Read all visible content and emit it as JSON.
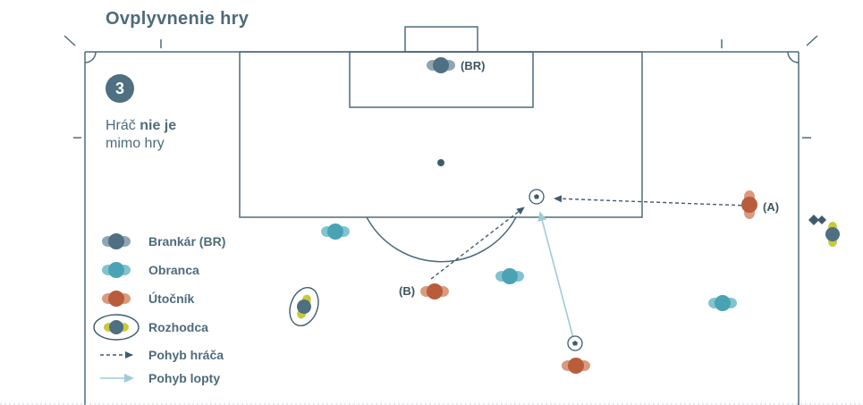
{
  "diagram": {
    "title": "Ovplyvnenie hry",
    "step_number": "3",
    "caption_prefix": "Hráč ",
    "caption_bold": "nie je",
    "caption_suffix": "mimo hry",
    "player_labels": {
      "goalkeeper": "(BR)",
      "attacker_a": "(A)",
      "attacker_b": "(B)"
    }
  },
  "legend": {
    "goalkeeper": "Brankár (BR)",
    "defender": "Obranca",
    "attacker": "Útočník",
    "referee": "Rozhodca",
    "player_movement": "Pohyb hráča",
    "ball_movement": "Pohyb lopty"
  },
  "colors": {
    "field_line": "#4e6b7b",
    "goalkeeper": "#5b7c8e",
    "defender": "#4aa3b4",
    "attacker": "#b85c3c",
    "referee_yellow": "#c9c93a",
    "player_arrow": "#3f5c6e",
    "ball_arrow": "#9fcbd8"
  },
  "icons": [
    "football-icon",
    "corner-flag-icon",
    "assistant-referee-flag-icon"
  ]
}
